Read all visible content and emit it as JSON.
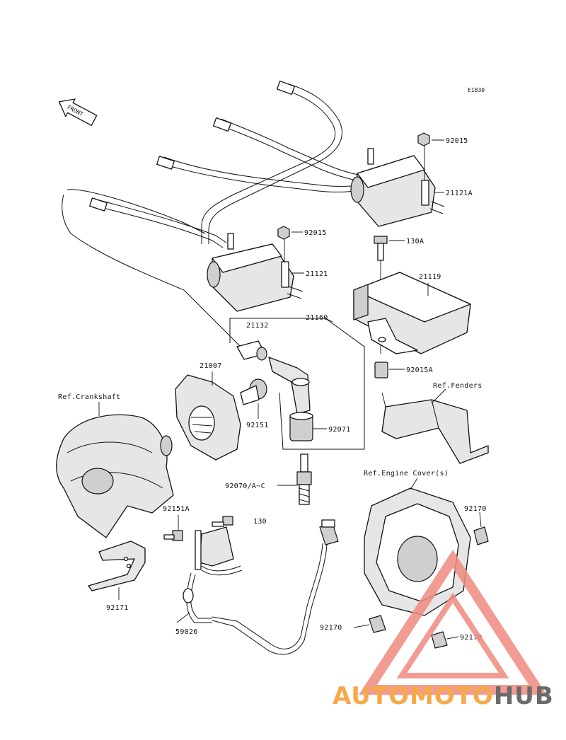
{
  "diagram_code": "E1830",
  "front_arrow_label": "FRONT",
  "labels": {
    "p92015_top": "92015",
    "p21121A": "21121A",
    "p92015_mid": "92015",
    "p130A": "130A",
    "p21121": "21121",
    "p21119": "21119",
    "p21132": "21132",
    "p21160": "21160",
    "p21007": "21007",
    "p92015A": "92015A",
    "ref_fenders": "Ref.Fenders",
    "ref_crankshaft": "Ref.Crankshaft",
    "p92151": "92151",
    "p92071": "92071",
    "ref_engine_cover": "Ref.Engine Cover(s)",
    "p92070": "92070/A~C",
    "p92151A": "92151A",
    "p130": "130",
    "p92170_right": "92170",
    "p92171": "92171",
    "p92170_left": "92170",
    "p92170_bottom": "92170",
    "p59026": "59026"
  },
  "watermark": {
    "part1": "AUTOMOTO",
    "part2": "HUB",
    "colors": {
      "orange": "#f5a94a",
      "red": "#e8645a",
      "gray": "#6b6b6b",
      "triangle": "#f08a80"
    }
  }
}
